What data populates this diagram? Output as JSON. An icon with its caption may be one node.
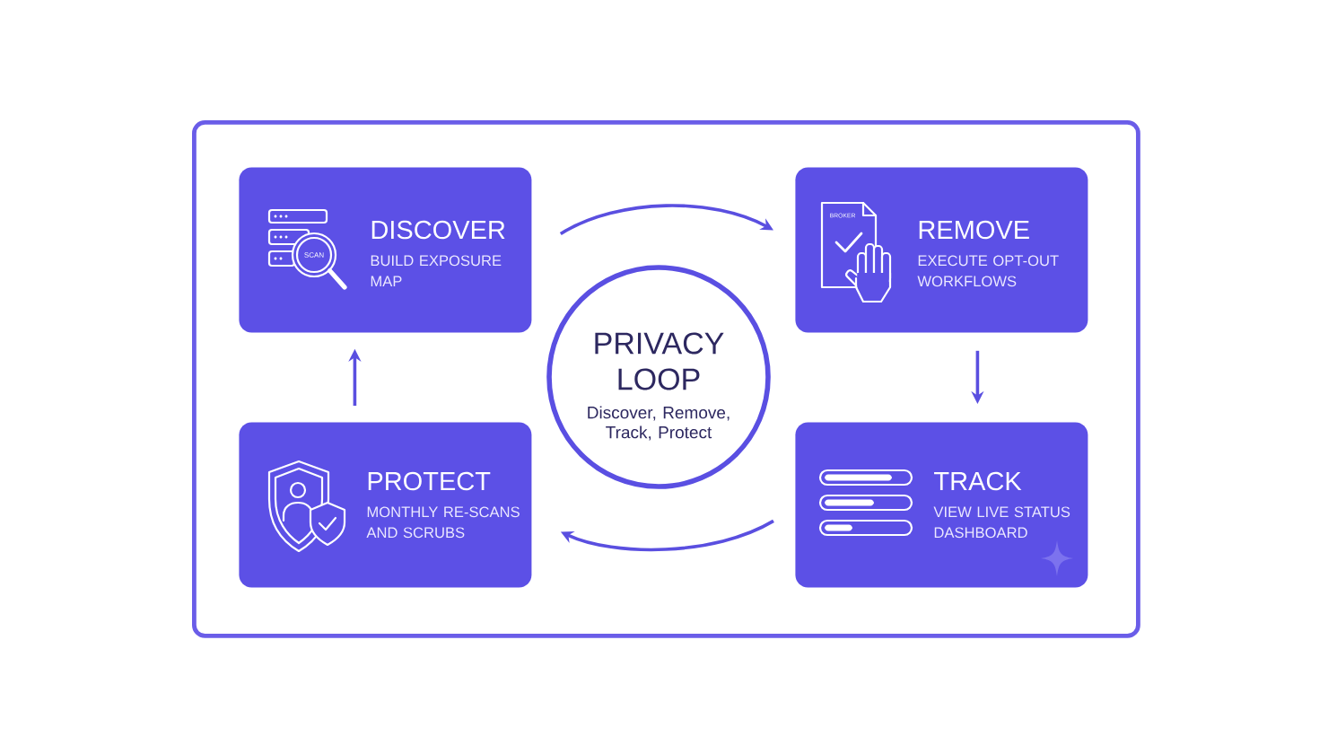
{
  "diagram": {
    "nodes": [
      {
        "text": [],
        "shape": "box"
      },
      {
        "text": [
          "DISCOVER",
          "BUILD EXPOSURE MAP"
        ],
        "in": 0
      },
      {
        "text": [
          "REMOVE",
          "EXECUTE OPT-OUT WORKFLOWS"
        ],
        "in": 0
      },
      {
        "text": [
          "PRIVACY LOOP",
          "Discover, Remove, Track, Protect"
        ],
        "in": 0
      },
      {
        "text": [
          "PROTECT",
          "MONTHLY RE-SCANS AND SCRUBS"
        ],
        "in": 0
      },
      {
        "text": [
          "TRACK",
          "VIEW LIVE STATUS DASHBOARD"
        ],
        "in": 0
      }
    ],
    "edges": [
      {
        "from": 1,
        "to": 2,
        "arrow": "to"
      },
      {
        "from": 2,
        "to": 5,
        "arrow": "to"
      },
      {
        "from": 5,
        "to": 4,
        "arrow": "to"
      },
      {
        "from": 4,
        "to": 1,
        "arrow": "to"
      }
    ],
    "labels": [
      "SCAN",
      "BROKER"
    ]
  }
}
